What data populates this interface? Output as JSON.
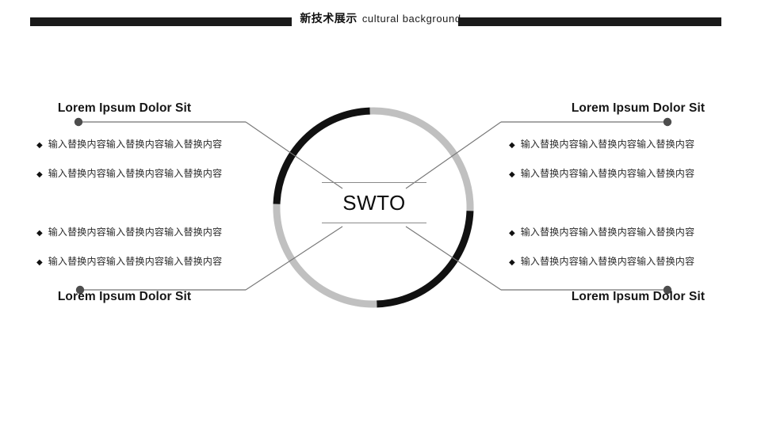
{
  "header": {
    "title_cn": "新技术展示",
    "title_en": "cultural background",
    "bar_color": "#1a1a1a"
  },
  "center": {
    "label": "SWTO"
  },
  "circle": {
    "arc_dark_color": "#111111",
    "arc_light_color": "#c0c0c0",
    "connector_color": "#8a8a8a",
    "dot_color": "#4d4d4d"
  },
  "quadrants": [
    {
      "id": "top-left",
      "title": "Lorem Ipsum Dolor Sit",
      "bullet_mark": "◆",
      "bullets": [
        "输入替换内容输入替换内容输入替换内容",
        "输入替换内容输入替换内容输入替换内容"
      ]
    },
    {
      "id": "top-right",
      "title": "Lorem Ipsum Dolor Sit",
      "bullet_mark": "◆",
      "bullets": [
        "输入替换内容输入替换内容输入替换内容",
        "输入替换内容输入替换内容输入替换内容"
      ]
    },
    {
      "id": "bottom-left",
      "title": "Lorem Ipsum Dolor Sit",
      "bullet_mark": "◆",
      "bullets": [
        "输入替换内容输入替换内容输入替换内容",
        "输入替换内容输入替换内容输入替换内容"
      ]
    },
    {
      "id": "bottom-right",
      "title": "Lorem Ipsum Dolor Sit",
      "bullet_mark": "◆",
      "bullets": [
        "输入替换内容输入替换内容输入替换内容",
        "输入替换内容输入替换内容输入替换内容"
      ]
    }
  ]
}
